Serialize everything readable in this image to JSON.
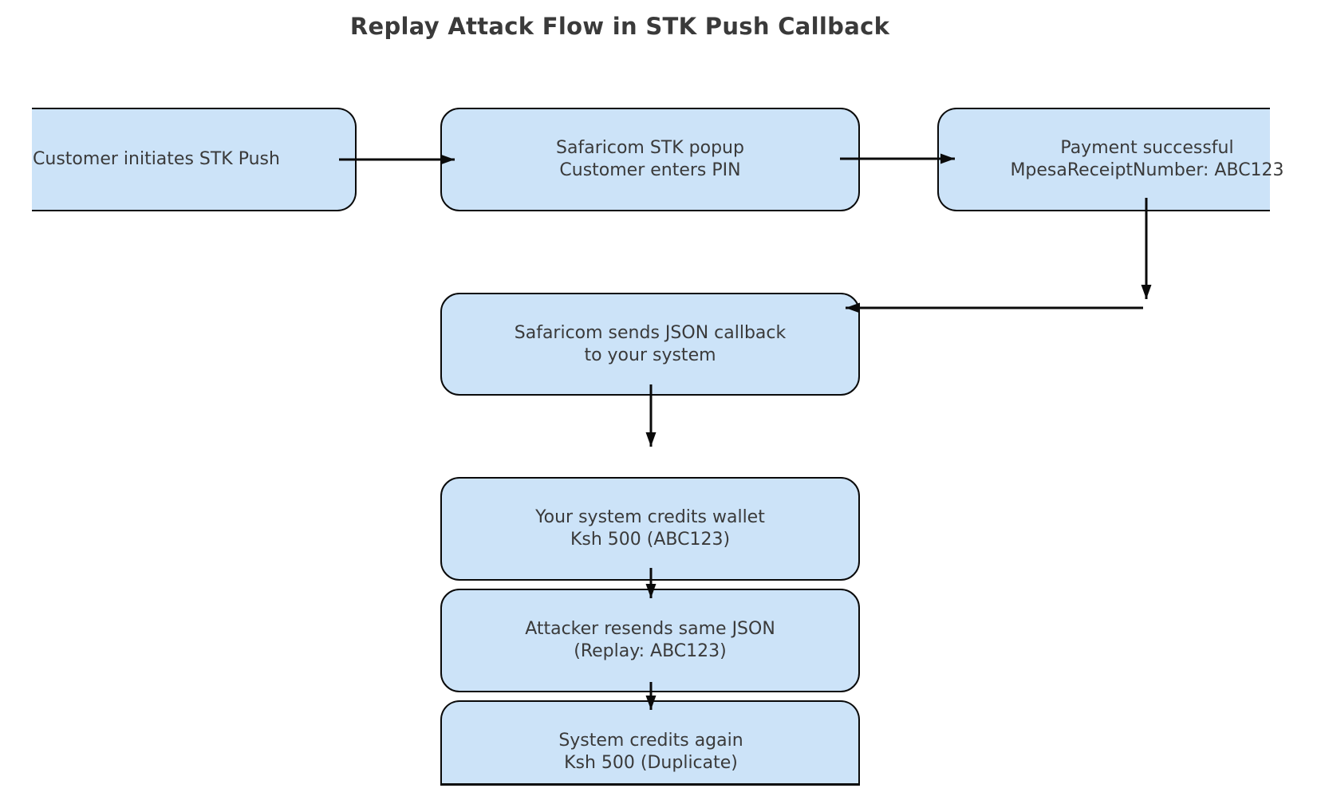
{
  "title": "Replay Attack Flow in STK Push Callback",
  "nodes": {
    "customer_initiates": {
      "line1": "Customer initiates STK Push"
    },
    "stk_popup": {
      "line1": "Safaricom STK popup",
      "line2": "Customer enters PIN"
    },
    "payment_success": {
      "line1": "Payment successful",
      "line2": "MpesaReceiptNumber: ABC123"
    },
    "json_callback": {
      "line1": "Safaricom sends JSON callback",
      "line2": "to your system"
    },
    "credit_wallet": {
      "line1": "Your system credits wallet",
      "line2": "Ksh 500 (ABC123)"
    },
    "attacker_replay": {
      "line1": "Attacker resends same JSON",
      "line2": "(Replay: ABC123)"
    },
    "duplicate_credit": {
      "line1": "System credits again",
      "line2": "Ksh 500 (Duplicate)"
    }
  },
  "colors": {
    "bg": "#ffffff",
    "node_fill": "#cce3f8",
    "node_border": "#0a0a0a",
    "arrow": "#0a0a0a",
    "text": "#3a3a3a"
  }
}
